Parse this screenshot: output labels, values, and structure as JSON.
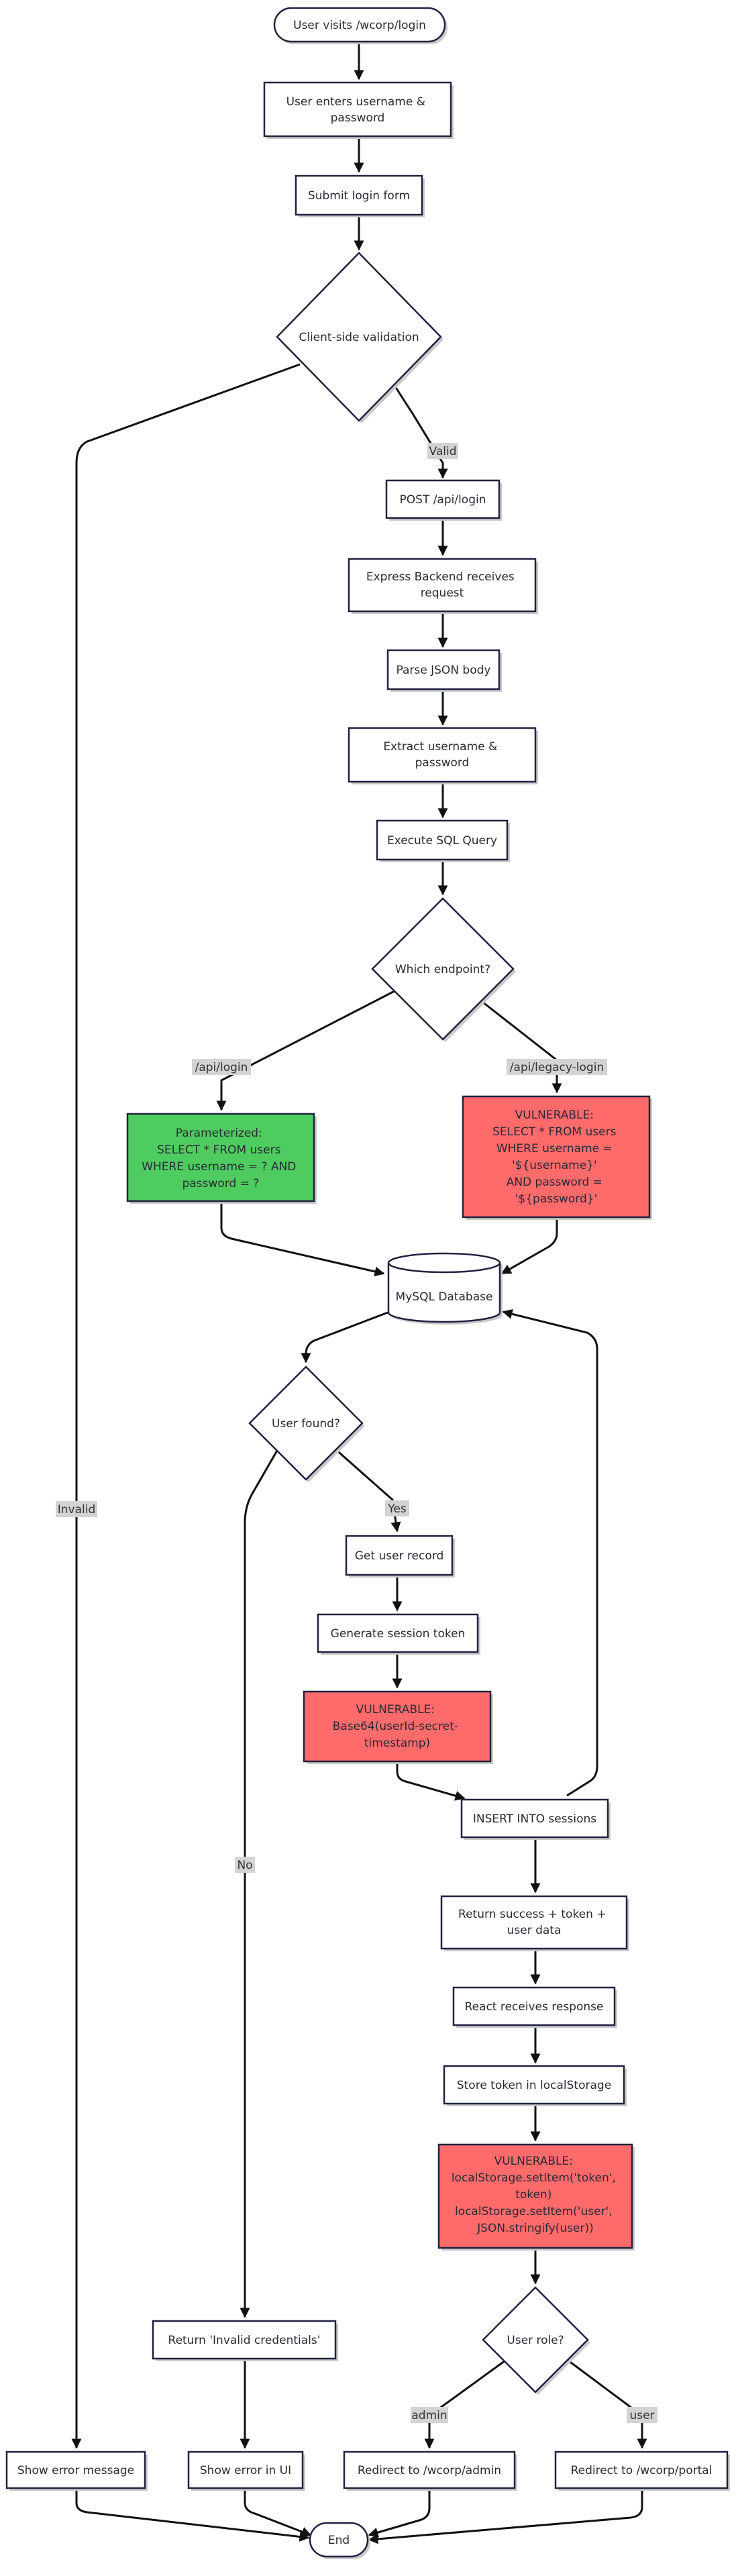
{
  "nodes": {
    "start": "User visits /wcorp/login",
    "enter_credentials": [
      "User enters username &",
      "password"
    ],
    "submit_form": "Submit login form",
    "client_validation": "Client-side validation",
    "post_login": "POST /api/login",
    "backend_receives": [
      "Express Backend receives",
      "request"
    ],
    "parse_json": "Parse JSON body",
    "extract_credentials": [
      "Extract username &",
      "password"
    ],
    "execute_sql": "Execute SQL Query",
    "which_endpoint": "Which endpoint?",
    "parameterized_query": [
      "Parameterized:",
      "SELECT * FROM users",
      "WHERE username = ? AND",
      "password = ?"
    ],
    "vulnerable_query": [
      "VULNERABLE:",
      "SELECT * FROM users",
      "WHERE username =",
      "'${username}'",
      "AND password =",
      "'${password}'"
    ],
    "mysql_database": "MySQL Database",
    "user_found": "User found?",
    "get_user_record": "Get user record",
    "generate_token": "Generate session token",
    "vulnerable_token": [
      "VULNERABLE:",
      "Base64(userId-secret-",
      "timestamp)"
    ],
    "insert_sessions": "INSERT INTO sessions",
    "return_success": [
      "Return success + token +",
      "user data"
    ],
    "react_receives": "React receives response",
    "store_token": "Store token in localStorage",
    "vulnerable_storage": [
      "VULNERABLE:",
      "localStorage.setItem('token',",
      "token)",
      "localStorage.setItem('user',",
      "JSON.stringify(user))"
    ],
    "user_role": "User role?",
    "return_invalid": "Return 'Invalid credentials'",
    "show_error_message": "Show error message",
    "show_error_ui": "Show error in UI",
    "redirect_admin": "Redirect to /wcorp/admin",
    "redirect_portal": "Redirect to /wcorp/portal",
    "end": "End"
  },
  "edge_labels": {
    "valid": "Valid",
    "invalid": "Invalid",
    "api_login": "/api/login",
    "api_legacy_login": "/api/legacy-login",
    "yes": "Yes",
    "no": "No",
    "admin": "admin",
    "user": "user"
  },
  "colors": {
    "node_fill": "#ffffff",
    "node_stroke": "#1f2240",
    "safe_fill": "#4fcc60",
    "vulnerable_fill": "#ff6b6b",
    "edge": "#111111",
    "edge_label_bg": "#d3d3d3"
  }
}
